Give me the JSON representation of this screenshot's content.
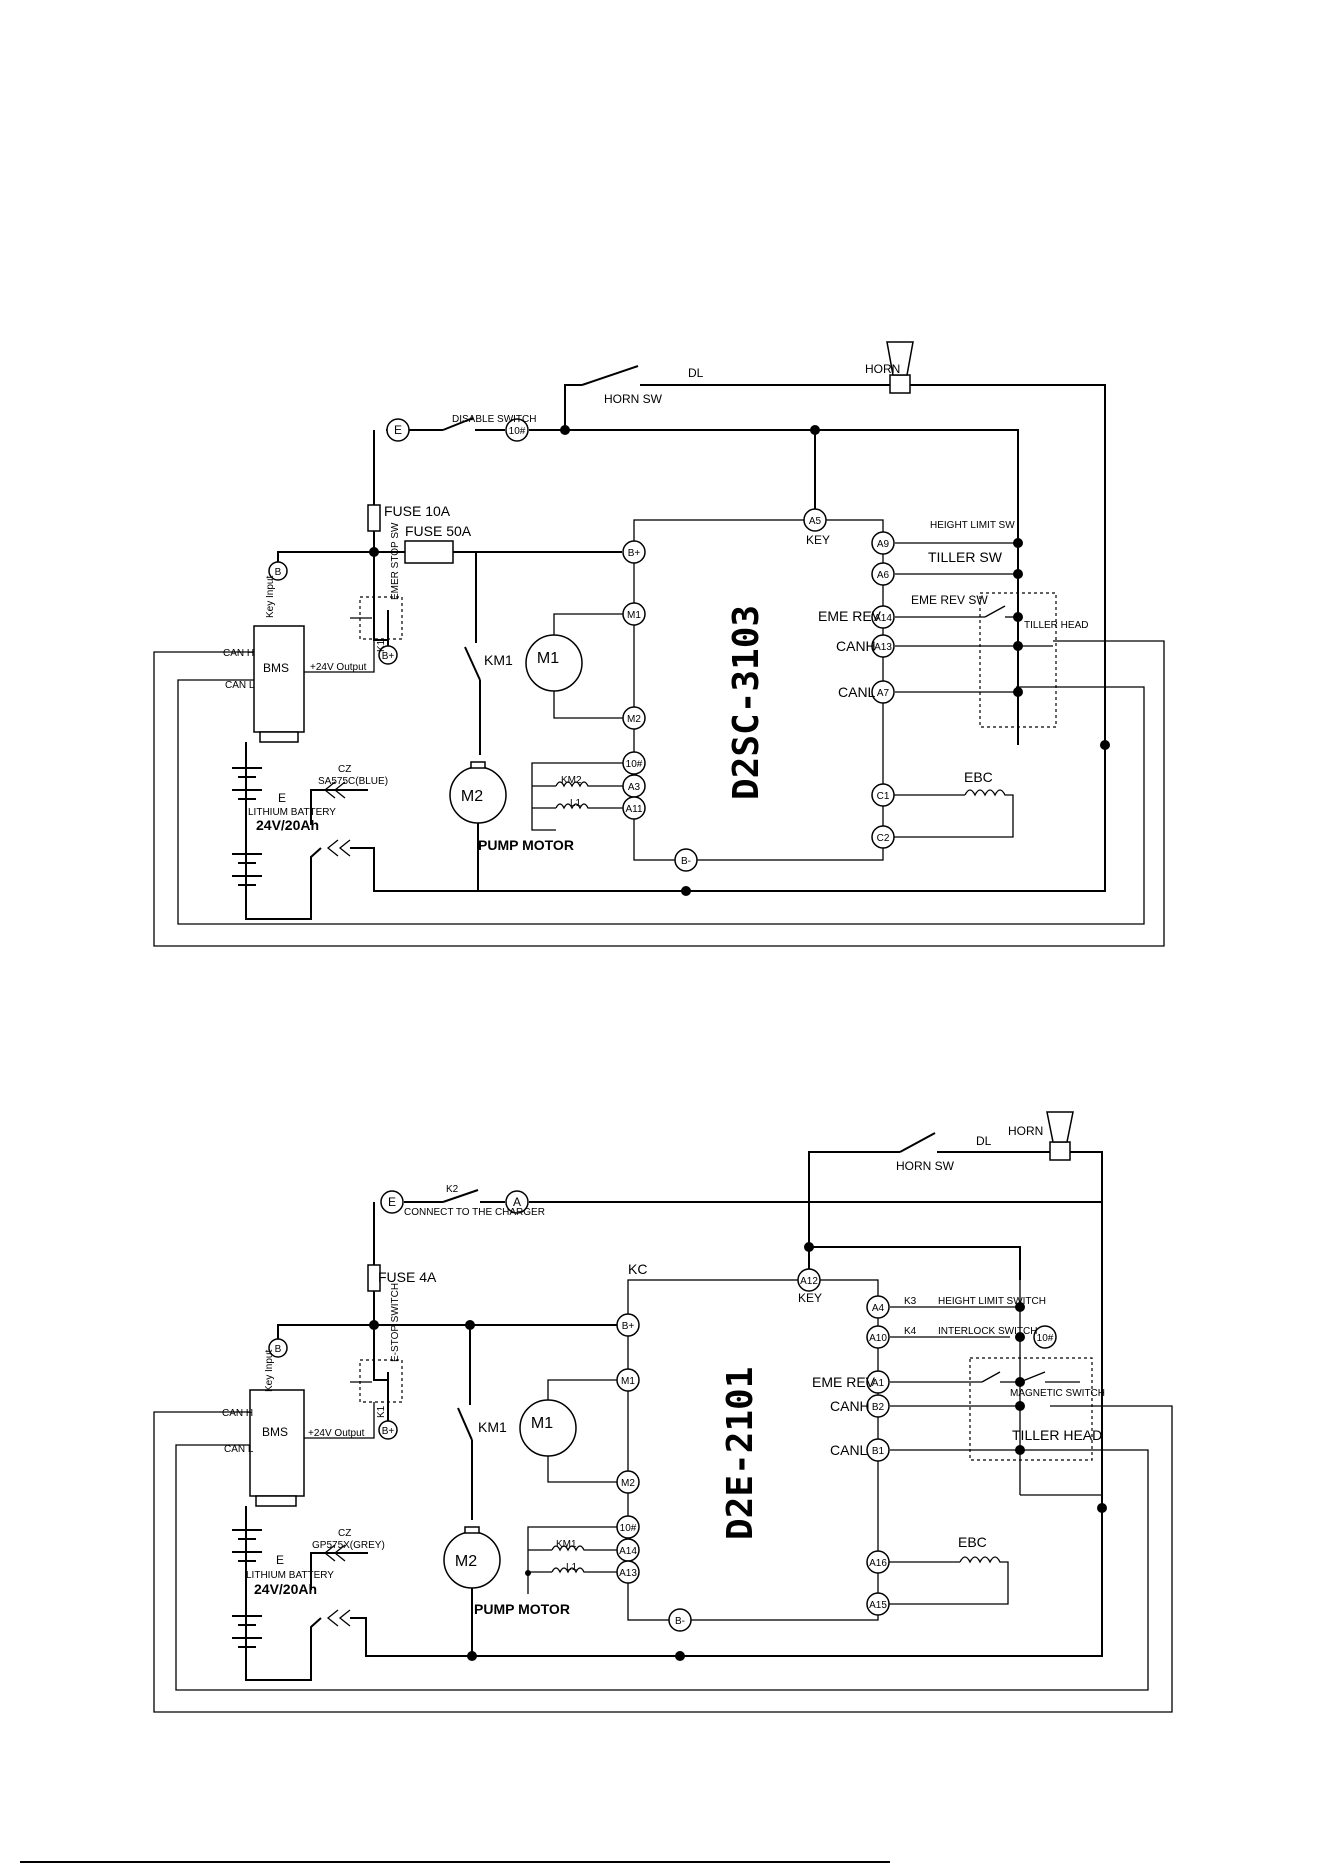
{
  "diagram1": {
    "controller": "D2SC-3103",
    "labels": {
      "horn": "HORN",
      "horn_sw": "HORN SW",
      "dl": "DL",
      "disable_switch": "DISABLE SWITCH",
      "fuse_small": "FUSE 10A",
      "fuse_big": "FUSE 50A",
      "key_input": "Key Input",
      "emer_stop": "EMER STOP SW",
      "k1": "K1",
      "bms": "BMS",
      "out24": "+24V Output",
      "can_h": "CAN H",
      "can_l": "CAN L",
      "km1": "KM1",
      "m1": "M1",
      "m2": "M2",
      "pump_motor": "PUMP MOTOR",
      "cz": "CZ",
      "connector": "SA575C(BLUE)",
      "e": "E",
      "battery": "LITHIUM BATTERY",
      "battery_spec": "24V/20Ah",
      "km2": "KM2",
      "l1": "L1",
      "key": "KEY",
      "height_limit": "HEIGHT LIMIT SW",
      "tiller_sw": "TILLER SW",
      "eme_rev_sw": "EME REV SW",
      "eme_rev": "EME REV",
      "canh": "CANH",
      "canl": "CANL",
      "tiller_head": "TILLER HEAD",
      "ebc": "EBC"
    },
    "terminals": {
      "e": "E",
      "b": "B",
      "bplus": "B+",
      "bminus": "B-",
      "t10": "10#",
      "t10b": "10#",
      "a5": "A5",
      "a9": "A9",
      "a6": "A6",
      "a14": "A14",
      "a13": "A13",
      "a7": "A7",
      "m1": "M1",
      "m2": "M2",
      "a3": "A3",
      "a11": "A11",
      "c1": "C1",
      "c2": "C2"
    }
  },
  "diagram2": {
    "controller": "D2E-2101",
    "labels": {
      "horn": "HORN",
      "horn_sw": "HORN SW",
      "dl": "DL",
      "k2": "K2",
      "charger": "CONNECT TO THE CHARGER",
      "fuse": "FUSE 4A",
      "kc": "KC",
      "key_input": "Key Input",
      "estop": "E-STOP SWITCH",
      "k1": "K1",
      "bms": "BMS",
      "out24": "+24V Output",
      "can_h": "CAN H",
      "can_l": "CAN L",
      "km1": "KM1",
      "m1": "M1",
      "m2": "M2",
      "pump_motor": "PUMP MOTOR",
      "cz": "CZ",
      "connector": "GP575X(GREY)",
      "e": "E",
      "battery": "LITHIUM BATTERY",
      "battery_spec": "24V/20Ah",
      "km1_coil": "KM1",
      "l1": "L1",
      "key": "KEY",
      "k3": "K3",
      "height_limit": "HEIGHT LIMIT SWITCH",
      "k4": "K4",
      "interlock": "INTERLOCK SWITCH",
      "eme_rev": "EME REV",
      "magnetic": "MAGNETIC SWITCH",
      "canh": "CANH",
      "canl": "CANL",
      "tiller_head": "TILLER HEAD",
      "ebc": "EBC"
    },
    "terminals": {
      "e": "E",
      "a": "A",
      "b": "B",
      "bplus": "B+",
      "bplus2": "B+",
      "bminus": "B-",
      "t10": "10#",
      "t10b": "10#",
      "a12": "A12",
      "a4": "A4",
      "a10": "A10",
      "a1": "A1",
      "b2": "B2",
      "b1": "B1",
      "m1": "M1",
      "m2": "M2",
      "a14": "A14",
      "a13": "A13",
      "a16": "A16",
      "a15": "A15"
    }
  }
}
